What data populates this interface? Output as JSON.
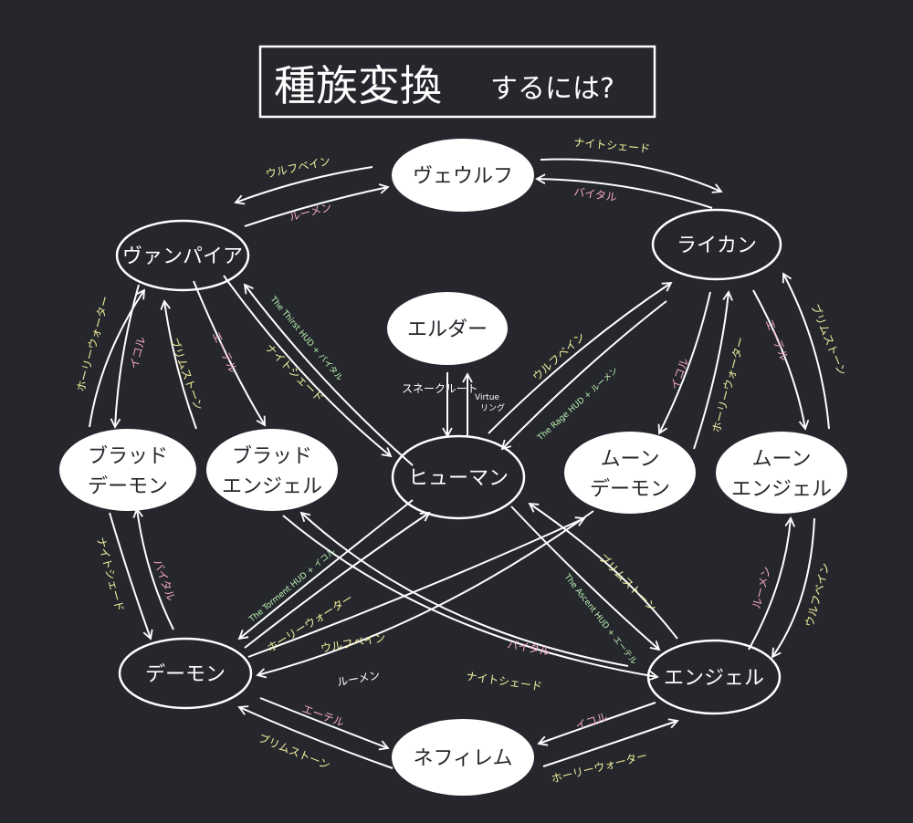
{
  "title": {
    "main": "種族変換",
    "sub": "するには?"
  },
  "colors": {
    "background": "#25272c",
    "line": "#ffffff",
    "yellow": "#f3ef9d",
    "pink": "#f3a6c3",
    "green": "#bff5b5"
  },
  "nodes": {
    "werewolf": "ヴェウルフ",
    "vampire": "ヴァンパイア",
    "lycan": "ライカン",
    "elder": "エルダー",
    "blood_demon": [
      "ブラッド",
      "デーモン"
    ],
    "blood_angel": [
      "ブラッド",
      "エンジェル"
    ],
    "human": "ヒューマン",
    "moon_demon": [
      "ムーン",
      "デーモン"
    ],
    "moon_angel": [
      "ムーン",
      "エンジェル"
    ],
    "demon": "デーモン",
    "angel": "エンジェル",
    "nephilim": "ネフィレム"
  },
  "labels": {
    "wolfbane": "ウルフベイン",
    "nightshade": "ナイトシェード",
    "vital": "バイタル",
    "lumen": "ルーメン",
    "holy_water": "ホーリーウォーター",
    "ichor": "イコル",
    "brimstone": "ブリムストーン",
    "ether": "エーテル",
    "snake_root_1": "スネークルート",
    "virtue_ring_1": "Virtue",
    "virtue_ring_2": "リング",
    "thirst": "The Thirst HUD + バイタル",
    "rage": "The Rage HUD + ルーメン",
    "torment": "The Torment HUD + イコル",
    "ascent": "The Ascent HUD + エーテル"
  }
}
